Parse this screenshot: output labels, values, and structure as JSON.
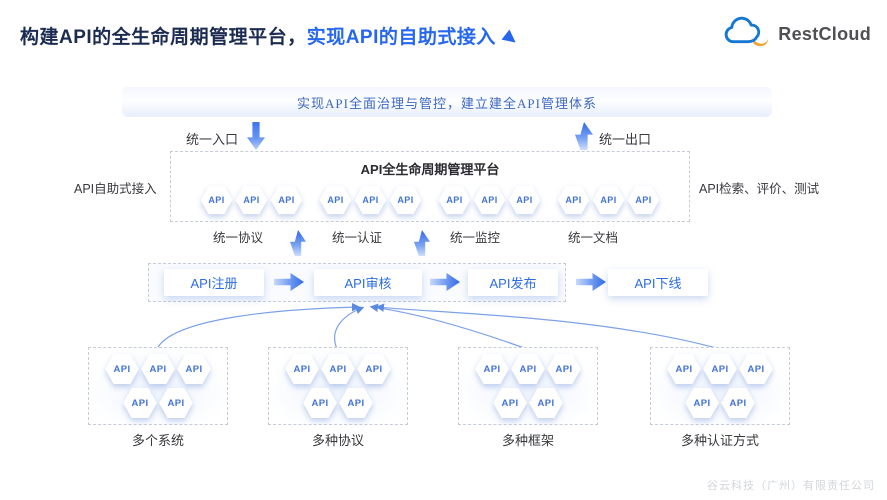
{
  "header": {
    "title_prefix": "构建API的全生命周期管理平台，",
    "title_highlight": "实现API的自助式接入",
    "logo": "RestCloud"
  },
  "banner": {
    "text": "实现API全面治理与管控，建立建全API管理体系"
  },
  "io": {
    "entry": "统一入口",
    "exit": "统一出口"
  },
  "sides": {
    "left": "API自助式接入",
    "right": "API检索、评价、测试"
  },
  "platform": {
    "title": "API全生命周期管理平台"
  },
  "hex": "API",
  "unify": [
    "统一协议",
    "统一认证",
    "统一监控",
    "统一文档"
  ],
  "flow": [
    "API注册",
    "API审核",
    "API发布",
    "API下线"
  ],
  "sources": [
    "多个系统",
    "多种协议",
    "多种框架",
    "多种认证方式"
  ],
  "footer": "谷云科技（广州）有限责任公司",
  "colors": {
    "accent_blue": "#2667ee",
    "title_dark": "#1c2b52",
    "banner_text": "#3e68c0",
    "hex_text": "#4273d9",
    "cloud_blue": "#1677d2",
    "cloud_orange": "#f0a433"
  }
}
